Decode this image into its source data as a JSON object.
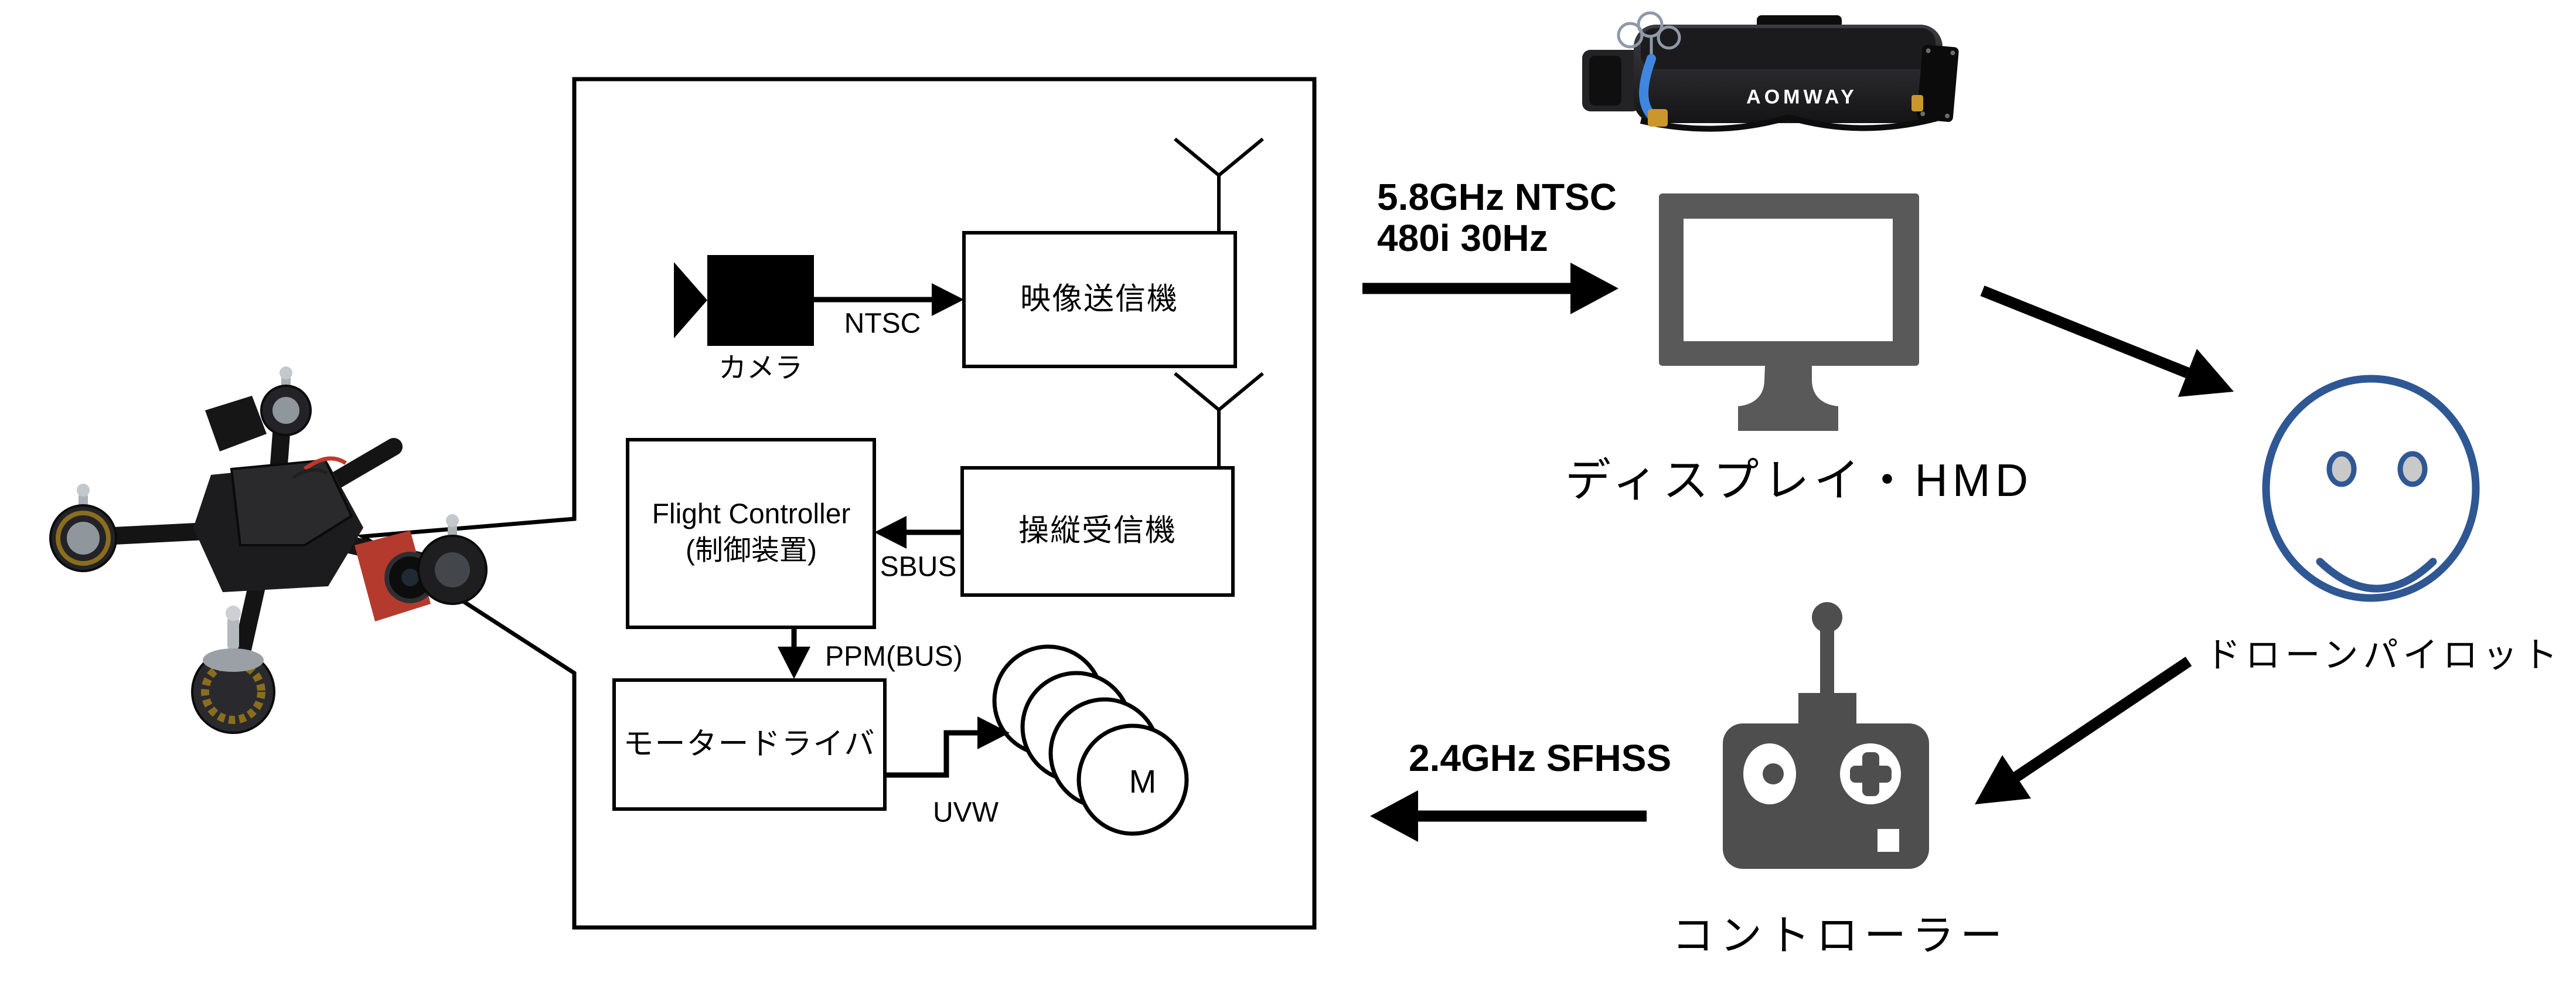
{
  "system": {
    "camera": "カメラ",
    "ntsc": "NTSC",
    "video_tx": "映像送信機",
    "rx": "操縦受信機",
    "fc_line1": "Flight Controller",
    "fc_line2": "(制御装置)",
    "sbus": "SBUS",
    "ppm": "PPM(BUS)",
    "motor_driver": "モータードライバ",
    "uvw": "UVW",
    "motor": "M"
  },
  "links": {
    "video_line1": "5.8GHz NTSC",
    "video_line2": "480i 30Hz",
    "control": "2.4GHz SFHSS"
  },
  "nodes": {
    "display": "ディスプレイ・HMD",
    "controller": "コントローラー",
    "pilot": "ドローンパイロット"
  },
  "goggles": {
    "brand": "AOMWAY"
  },
  "colors": {
    "icon_gray": "#595959",
    "controller_gray": "#4E4E4E",
    "face_blue": "#2E5794",
    "eye_fill": "#C9C9C9",
    "line": "#000000",
    "goggles_cable_blue": "#3F86E0",
    "camera_red": "#B53A2E"
  }
}
